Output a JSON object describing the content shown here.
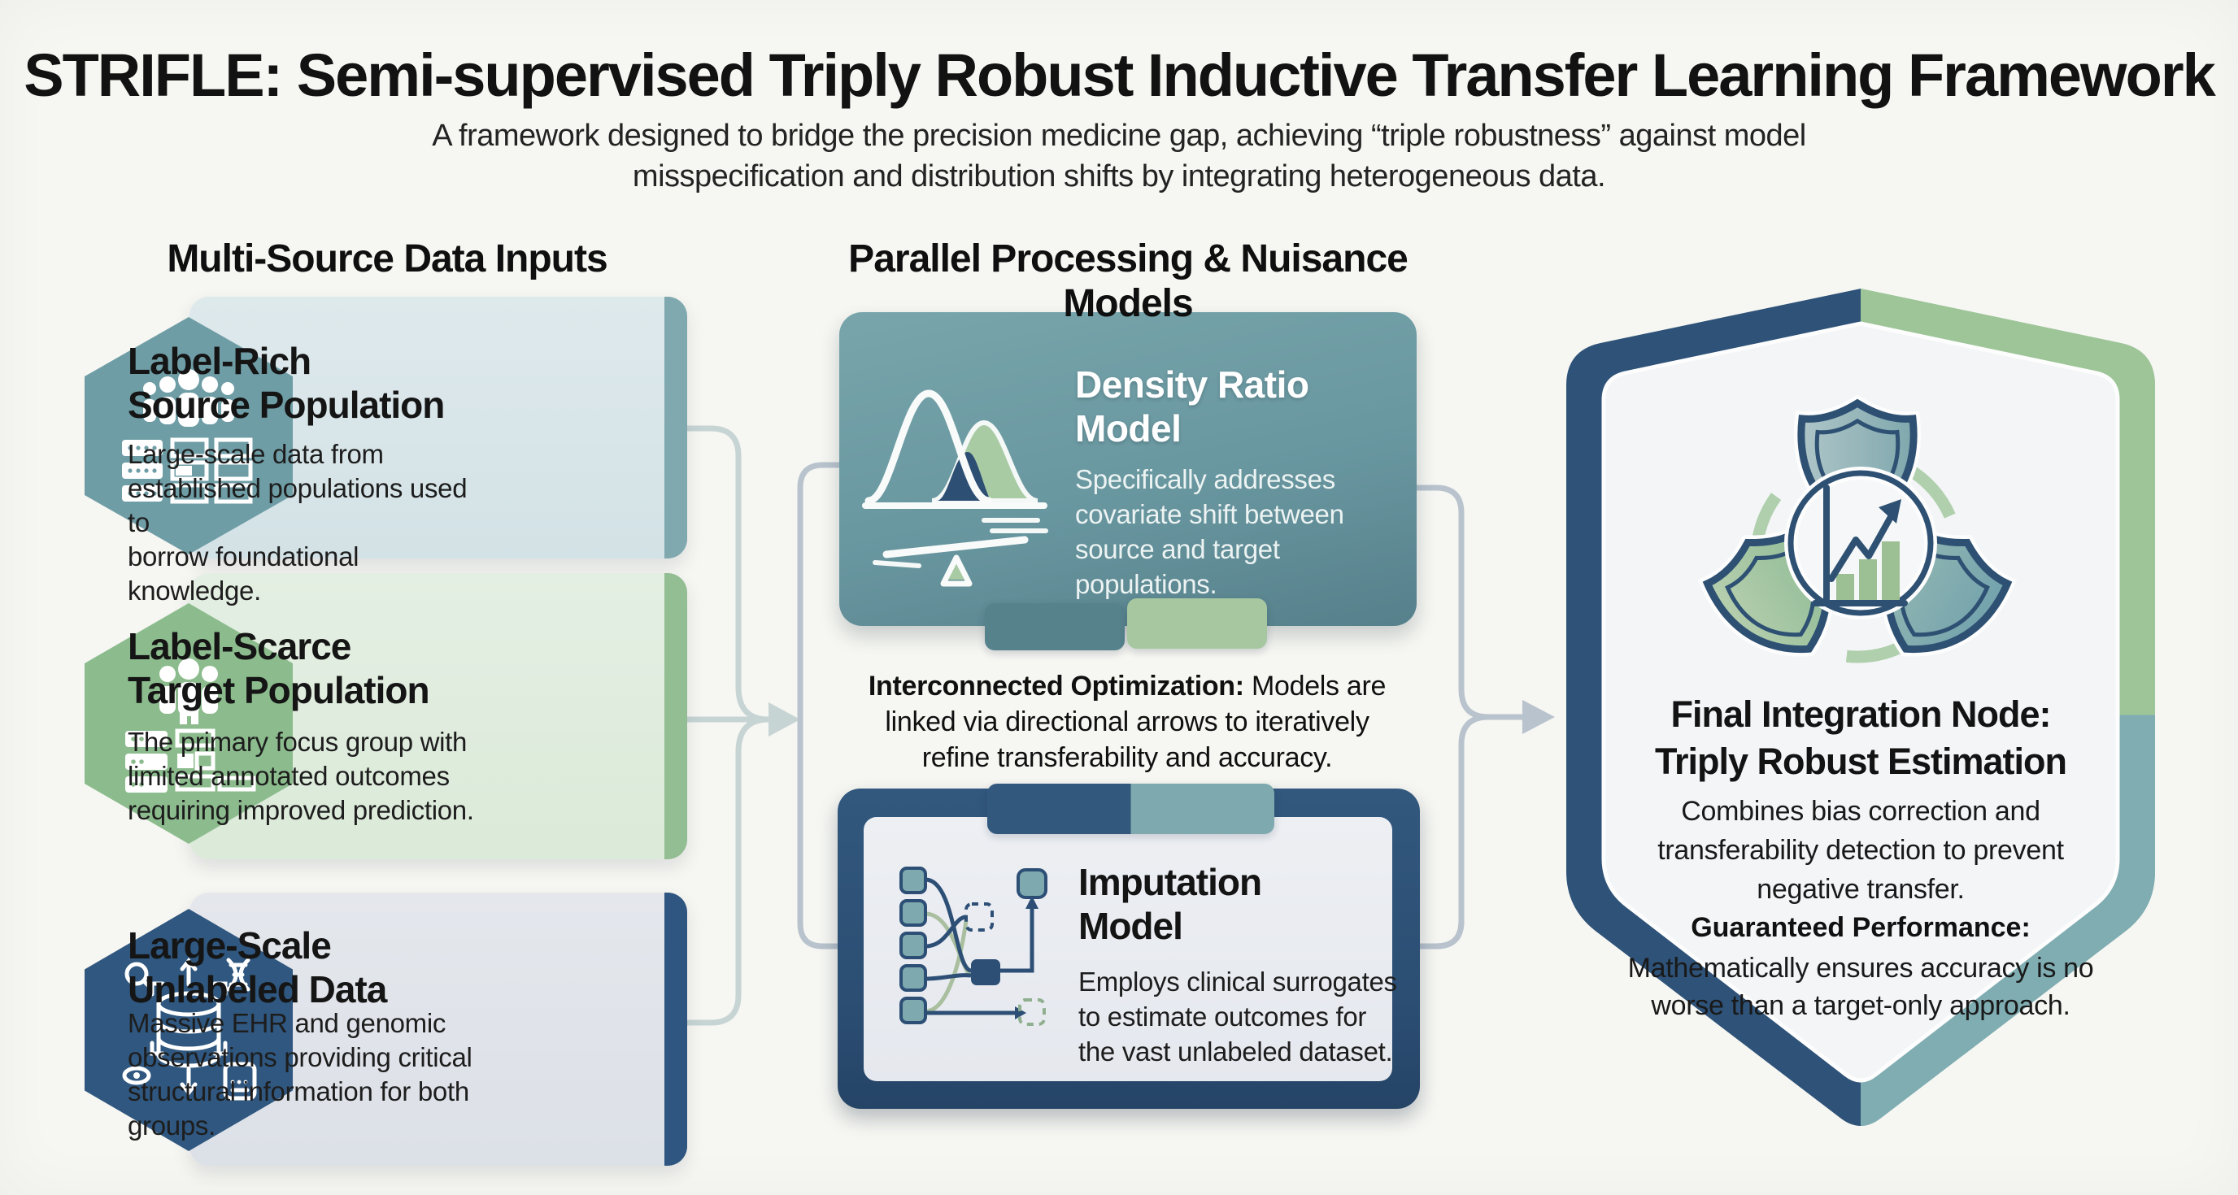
{
  "page": {
    "title": "STRIFLE: Semi-supervised Triply Robust Inductive Transfer Learning Framework",
    "subtitle": "A framework designed to bridge the precision medicine gap, achieving “triple robustness” against model\nmisspecification and distribution shifts by integrating heterogeneous data."
  },
  "left_column": {
    "heading": "Multi-Source Data Inputs",
    "cards": [
      {
        "title": "Label-Rich\nSource Population",
        "description": "Large-scale data from\nestablished populations used to\nborrow foundational knowledge.",
        "icon": "population-servers-icon"
      },
      {
        "title": "Label-Scarce\nTarget Population",
        "description": "The primary focus group with\nlimited annotated outcomes\nrequiring improved prediction.",
        "icon": "small-group-servers-icon"
      },
      {
        "title": "Large-Scale\nUnlabeled Data",
        "description": "Massive EHR and genomic\nobservations providing critical\nstructural information for both\ngroups.",
        "icon": "database-ecosystem-icon"
      }
    ]
  },
  "middle_column": {
    "heading": "Parallel Processing & Nuisance Models",
    "density_card": {
      "title": "Density Ratio\nModel",
      "description": "Specifically addresses\ncovariate shift between\nsource and target populations.",
      "icon": "distribution-overlap-balance-icon"
    },
    "optimization_note": {
      "lead": "Interconnected Optimization:",
      "text": " Models are\nlinked via directional arrows to iteratively\nrefine transferability and accuracy."
    },
    "imputation_card": {
      "title": "Imputation\nModel",
      "description": "Employs clinical surrogates\nto estimate outcomes for\nthe vast unlabeled dataset.",
      "icon": "node-graph-icon"
    }
  },
  "right_column": {
    "card_title": "Final Integration Node:\nTriply Robust Estimation",
    "description": "Combines bias correction and\ntransferability detection to prevent\nnegative transfer.",
    "guarantee_lead": "Guaranteed Performance:",
    "guarantee_text": "Mathematically ensures accuracy is no\nworse than a target-only approach.",
    "icon": "triple-shield-chart-icon"
  },
  "colors": {
    "page-bg": "#f6f6f2",
    "ink": "#141414",
    "card1-bg": "#dee9ec",
    "card1-accent": "#7fa9af",
    "hex1": "#6f9da6",
    "card2-bg": "#e4efe3",
    "card2-accent": "#93bd93",
    "hex2": "#8cbc8d",
    "card3-bg": "#e4e7ec",
    "card3-accent": "#2e5680",
    "hex3": "#2f577f",
    "density-top": "#78a5ab",
    "density-bottom": "#56808b",
    "tab-teal": "#56828c",
    "tab-green": "#a6c7a0",
    "navy": "#32587e",
    "imputation-inner": "#e5e8ee",
    "shield-navy": "#2e5278",
    "shield-green": "#9dc598",
    "shield-teal": "#7fadb2",
    "panel": "#f3f5f7",
    "connector": "#c3d2d6"
  }
}
